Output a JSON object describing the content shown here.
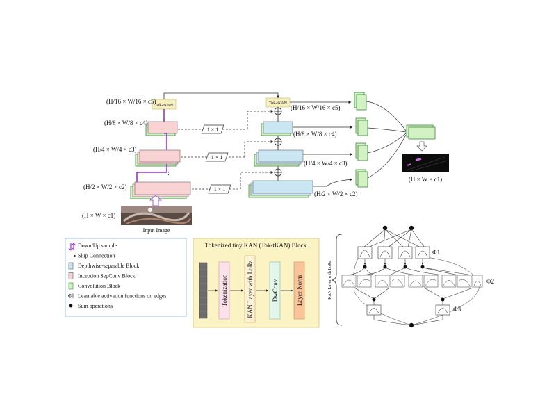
{
  "labels": {
    "dim_c5": "(H/16 × W/16 × c5)",
    "dim_c4": "(H/8 × W/8 × c4)",
    "dim_c3": "(H/4 × W/4 × c3)",
    "dim_c2": "(H/2 × W/2 × c2)",
    "dim_c1": "(H × W × c1)",
    "tok_tkan": "Tok-tKAN",
    "conv1x1": "1 × 1",
    "input_image": "Input Image",
    "block_title": "Tokenized tiny KAN (Tok-tKAN) Block",
    "tokenization": "Tokenization",
    "kan_layer": "KAN Layer with LoRa",
    "dwconv": "DwConv",
    "layer_norm": "Layer Norm",
    "kan_side": "KAN Layer with LoRa",
    "phi1": "Φ1",
    "phi2": "Φ2",
    "phi3": "Φ3"
  },
  "legend": [
    {
      "text": "Down/Up sample",
      "symbol": "arrows"
    },
    {
      "text": "Skip Connection",
      "symbol": "dashed"
    },
    {
      "text": "Depthwise-separable Block",
      "symbol": "blue"
    },
    {
      "text": "Inception SepConv Block",
      "symbol": "pink"
    },
    {
      "text": "Convolution Block",
      "symbol": "green"
    },
    {
      "text": "Learnable activation functions on edges",
      "symbol": "phi",
      "prefix": "Φl"
    },
    {
      "text": "Sum operations",
      "symbol": "dot"
    }
  ],
  "colors": {
    "pink": "#f9d3d4",
    "blue": "#c9e6f2",
    "green": "#d2f2c4",
    "green_edge": "#3b8a3b",
    "beige": "#f7efc0",
    "purple": "#9b30d9",
    "yellow_panel": "#fbf3c4",
    "legend_border": "#8fb5d8",
    "token_pink": "#fbe1ea",
    "kan_yellow": "#fdf1d6",
    "dw_green": "#e2f6ea",
    "ln_orange": "#f8c49a",
    "token_gray": "#6c6c6c"
  }
}
